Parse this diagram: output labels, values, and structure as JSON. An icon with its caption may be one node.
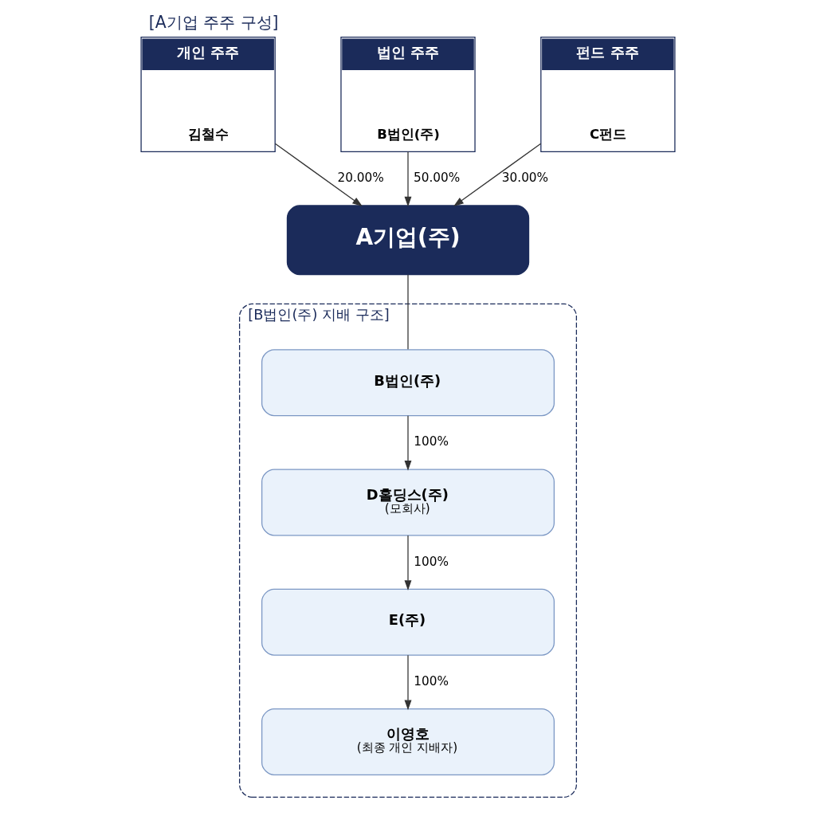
{
  "diagram": {
    "title": "[A기업 주주 구성]",
    "nodes": [
      {
        "text": [
          "개인 주주",
          "김철수"
        ]
      },
      {
        "text": [
          "법인 주주",
          "B법인(주)"
        ]
      },
      {
        "text": [
          "펀드 주주",
          "C펀드"
        ]
      },
      {
        "text": [
          "A기업(주)"
        ]
      },
      {
        "text": [
          "[B법인(주) 지배 구조]"
        ]
      },
      {
        "text": [
          "B법인(주)"
        ],
        "in": 4
      },
      {
        "text": [
          "D홀딩스(주)",
          "(모회사)"
        ],
        "in": 4
      },
      {
        "text": [
          "E(주)"
        ],
        "in": 4
      },
      {
        "text": [
          "이영호",
          "(최종 개인 지배자)"
        ],
        "in": 4
      }
    ],
    "edges": [
      {
        "from": 0,
        "to": 3,
        "arrow": "to",
        "label": "20.00%"
      },
      {
        "from": 1,
        "to": 3,
        "arrow": "to",
        "label": "50.00%"
      },
      {
        "from": 2,
        "to": 3,
        "arrow": "to",
        "label": "30.00%"
      },
      {
        "from": 3,
        "to": 5,
        "arrow": "none"
      },
      {
        "from": 5,
        "to": 6,
        "arrow": "to",
        "label": "100%"
      },
      {
        "from": 6,
        "to": 7,
        "arrow": "to",
        "label": "100%"
      },
      {
        "from": 7,
        "to": 8,
        "arrow": "to",
        "label": "100%"
      }
    ]
  }
}
